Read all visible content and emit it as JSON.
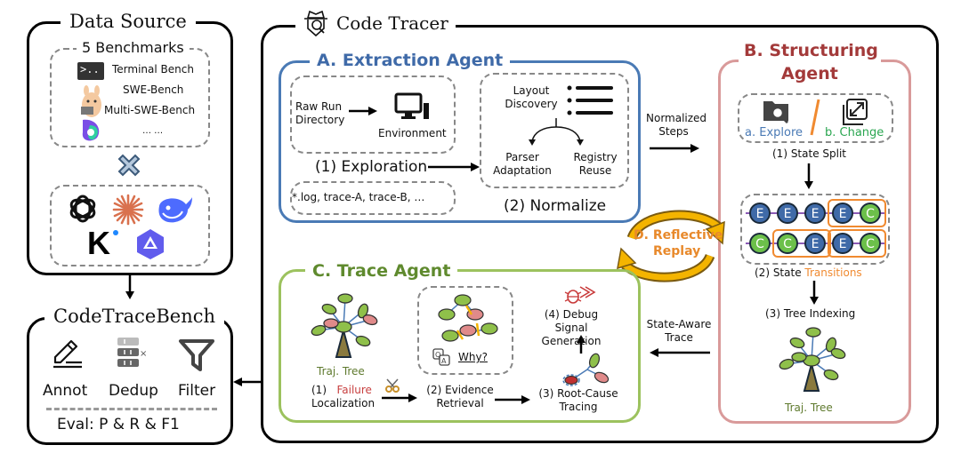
{
  "data_source": {
    "title": "Data Source",
    "benchmarks_title": "5 Benchmarks",
    "benchmarks": [
      {
        "label": "Terminal Bench",
        "icon": "terminal-icon"
      },
      {
        "label": "SWE-Bench",
        "icon": "llama-mascot-icon"
      },
      {
        "label": "Multi-SWE-Bench",
        "icon": "multi-swe-logo-icon"
      },
      {
        "label": "… …",
        "icon": ""
      }
    ],
    "combine_icon": "cross-icon",
    "models": [
      "openai-logo-icon",
      "claude-logo-icon",
      "deepseek-logo-icon",
      "kimi-logo-icon",
      "qwen-logo-icon"
    ]
  },
  "codetracebench": {
    "title": "CodeTraceBench",
    "tools": [
      {
        "label": "Annot",
        "icon": "pencil-icon"
      },
      {
        "label": "Dedup",
        "icon": "dedup-icon"
      },
      {
        "label": "Filter",
        "icon": "filter-icon"
      }
    ],
    "eval": "Eval: P & R & F1"
  },
  "code_tracer": {
    "title": "Code Tracer",
    "icon": "detective-icon"
  },
  "extraction_agent": {
    "title": "A. Extraction Agent",
    "raw_run": "Raw Run Directory",
    "environment": "Environment",
    "exploration": "(1) Exploration",
    "logs": "*.log,  trace-A, trace-B, …",
    "layout_discovery": "Layout Discovery",
    "parser_adaptation": "Parser Adaptation",
    "registry_reuse": "Registry Reuse",
    "normalize": "(2) Normalize",
    "color": "#4a7ab5"
  },
  "normalized_steps": "Normalized Steps",
  "structuring_agent": {
    "title_line1": "B. Structuring",
    "title_line2": "Agent",
    "explore": "a. Explore",
    "change": "b. Change",
    "state_split": "(1) State Split",
    "state_rows": [
      [
        "E",
        "E",
        "E",
        "E",
        "C"
      ],
      [
        "C",
        "C",
        "E",
        "E",
        "C"
      ]
    ],
    "state_transitions_prefix": "(2) State ",
    "state_transitions_suffix": "Transitions",
    "tree_indexing": "(3) Tree Indexing",
    "traj_tree": "Traj. Tree",
    "color": "#a33a3a",
    "border_color": "#d99a9a"
  },
  "reflective_replay": {
    "line1": "D. Reflective",
    "line2": "Replay",
    "color": "#e8892b"
  },
  "state_aware_trace": "State-Aware Trace",
  "trace_agent": {
    "title": "C. Trace Agent",
    "traj_tree": "Traj. Tree",
    "step1_num": "(1)",
    "step1_red": "Failure",
    "step1_rest": "Localization",
    "why": "Why?",
    "step2": "(2) Evidence Retrieval",
    "step3": "(3) Root-Cause Tracing",
    "step4": "(4) Debug Signal Generation",
    "color": "#5f8a2e",
    "border_color": "#9cc25e"
  }
}
